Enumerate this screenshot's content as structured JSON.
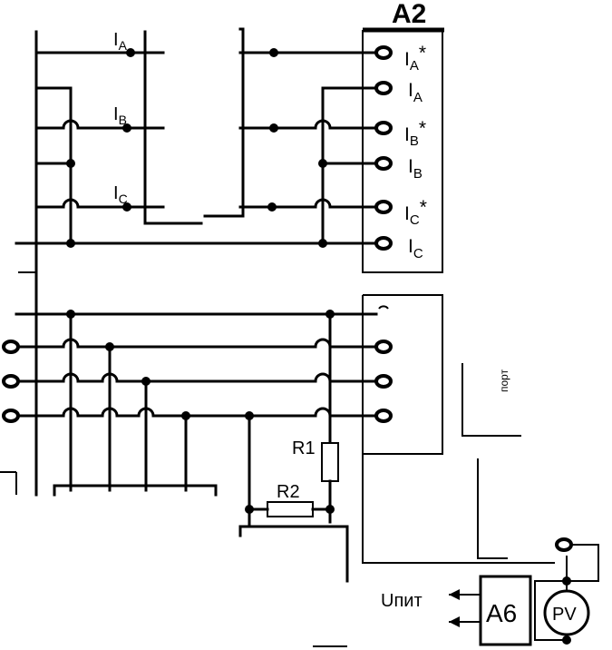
{
  "labels": {
    "a2": "A2",
    "i_a_line": "I",
    "i_a_line_sub": "A",
    "i_b_line": "I",
    "i_b_line_sub": "B",
    "i_c_line": "I",
    "i_c_line_sub": "C",
    "term_ia_star": "I",
    "term_ia_star_sub": "A",
    "term_ia": "I",
    "term_ia_sub": "A",
    "term_ib_star": "I",
    "term_ib_star_sub": "B",
    "term_ib": "I",
    "term_ib_sub": "B",
    "term_ic_star": "I",
    "term_ic_star_sub": "C",
    "term_ic": "I",
    "term_ic_sub": "C",
    "star": "*",
    "r1": "R1",
    "r2": "R2",
    "a6": "A6",
    "pv": "PV",
    "upit": "Uпит",
    "port": "порт"
  }
}
